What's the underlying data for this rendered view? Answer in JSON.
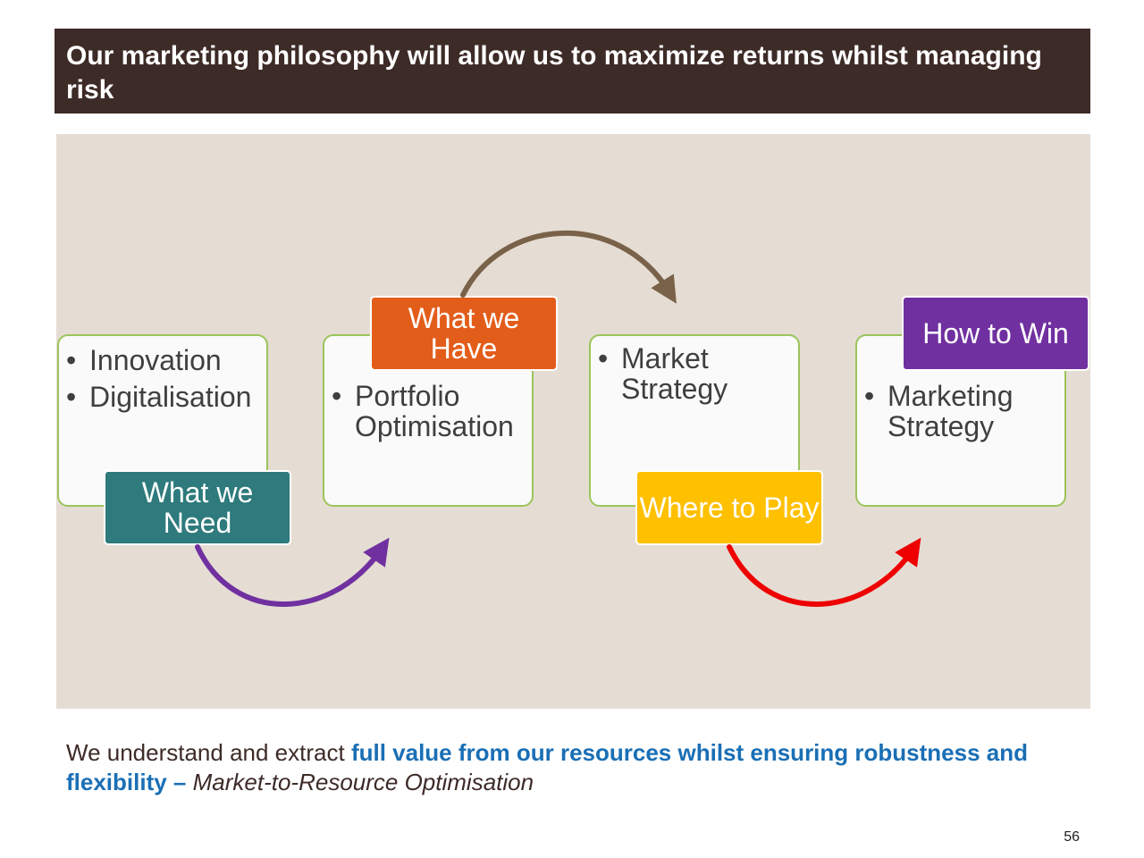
{
  "slide": {
    "title": "Our marketing philosophy will allow us to maximize returns whilst managing risk",
    "page_number": "56"
  },
  "cards": [
    {
      "items": [
        "Innovation",
        "Digitalisation"
      ]
    },
    {
      "items": [
        "Portfolio Optimisation"
      ]
    },
    {
      "items": [
        "Market Strategy"
      ]
    },
    {
      "items": [
        "Marketing Strategy"
      ]
    }
  ],
  "tags": {
    "what_we_need": {
      "label": "What we Need",
      "color": "#2e7a7c"
    },
    "what_we_have": {
      "label": "What we Have",
      "color": "#e35d1a"
    },
    "where_to_play": {
      "label": "Where to Play",
      "color": "#ffc000"
    },
    "how_to_win": {
      "label": "How to Win",
      "color": "#7030a0"
    }
  },
  "arrows": [
    {
      "from": "What we Need",
      "to": "What we Have",
      "color": "#7030a0"
    },
    {
      "from": "What we Have",
      "to": "Where to Play",
      "color": "#7a624a"
    },
    {
      "from": "Where to Play",
      "to": "How to Win",
      "color": "#ee0000"
    }
  ],
  "footer": {
    "text_plain": "We understand and extract ",
    "text_highlight": "full value from our resources whilst ensuring robustness and flexibility",
    "dash": " – ",
    "text_italic": "Market-to-Resource Optimisation"
  },
  "colors": {
    "title_bg": "#3d2b27",
    "panel_bg": "#e5ddd4",
    "card_border": "#9bc45a",
    "highlight": "#1a6fb5"
  }
}
